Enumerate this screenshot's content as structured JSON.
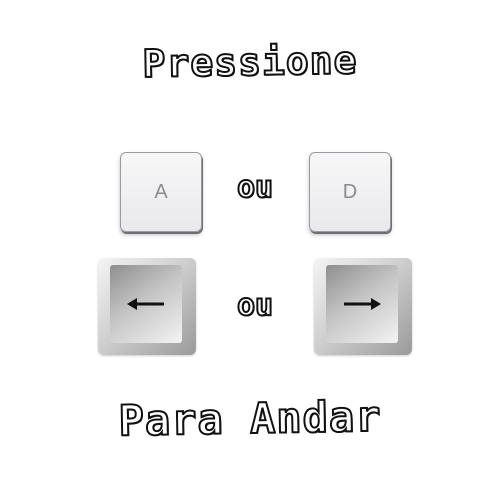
{
  "header": {
    "title": "Pressione"
  },
  "keys": {
    "row1": {
      "left_key": "A",
      "separator": "ou",
      "right_key": "D"
    },
    "row2": {
      "left_key_icon": "arrow-left-icon",
      "separator": "ou",
      "right_key_icon": "arrow-right-icon"
    }
  },
  "footer": {
    "caption": "Para Andar"
  }
}
